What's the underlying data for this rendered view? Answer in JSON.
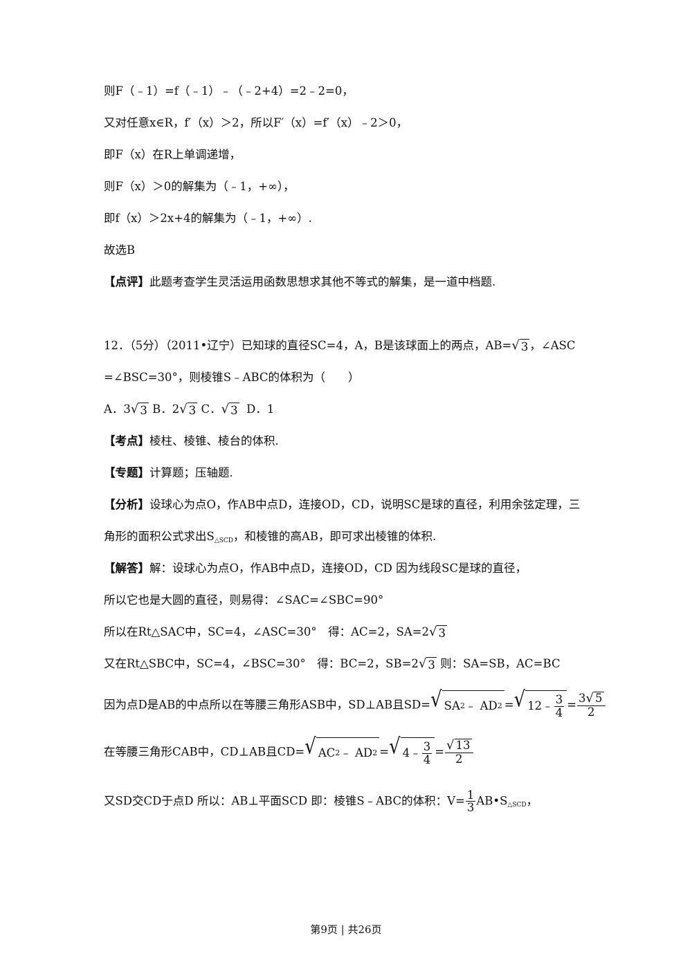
{
  "lines": {
    "l1": "则F（﹣1）=f（﹣1）﹣（﹣2+4）=2﹣2=0，",
    "l2": "又对任意x∈R，f′（x）＞2，所以F′（x）=f′（x）﹣2＞0，",
    "l3": "即F（x）在R上单调递增，",
    "l4": "则F（x）＞0的解集为（﹣1，+∞），",
    "l5": "即f（x）＞2x+4的解集为（﹣1，+∞）.",
    "l6": "故选B",
    "l7_tag": "【点评】",
    "l7_text": "此题考查学生灵活运用函数思想求其他不等式的解集，是一道中档题.",
    "q12_a": "12．（5分）（2011•辽宁）已知球的直径SC=4，A，B是该球面上的两点，AB=",
    "q12_b": "，∠ASC",
    "q12_c": "=∠BSC=30°，则棱锥S﹣ABC的体积为（　　）",
    "opt_a": "A．3",
    "opt_b": "B．2",
    "opt_c": "C．",
    "opt_d": "D．1",
    "kd_tag": "【考点】",
    "kd_text": "棱柱、棱锥、棱台的体积.",
    "zt_tag": "【专题】",
    "zt_text": "计算题；压轴题.",
    "fx_tag": "【分析】",
    "fx_text": "设球心为点O，作AB中点D，连接OD，CD，说明SC是球的直径，利用余弦定理，三",
    "fx_text2a": "角形的面积公式求出S",
    "fx_sub": "△SCD",
    "fx_text2b": "，和棱锥的高AB，即可求出棱锥的体积.",
    "jd_tag": "【解答】",
    "jd_text": "解：设球心为点O，作AB中点D，连接OD，CD 因为线段SC是球的直径，",
    "s1": "所以它也是大圆的直径，则易得：∠SAC=∠SBC=90°",
    "s2": "所以在Rt△SAC中，SC=4，∠ASC=30°　得：AC=2，SA=2",
    "s3a": "又在Rt△SBC中，SC=4，∠BSC=30°　得：BC=2，SB=2",
    "s3b": "则：SA=SB，AC=BC",
    "s4a": "因为点D是AB的中点所以在等腰三角形ASB中，SD⊥AB且SD=",
    "s4_sa": "SA",
    "s4_minus": " ﹣ AD",
    "s4_12": "12﹣",
    "s4_3": "3",
    "s4_4": "4",
    "s4_num": "3",
    "s4_den": "2",
    "s5a": "在等腰三角形CAB中，CD⊥AB且CD=",
    "s5_ac": "AC",
    "s5_minus": " ﹣ AD",
    "s5_4": "4﹣",
    "s5_3": "3",
    "s5_4b": "4",
    "s5_den": "2",
    "s6a": "又SD交CD于点D 所以：AB⊥平面SCD 即：棱锥S﹣ABC的体积：V=",
    "s6_one": "1",
    "s6_three": "3",
    "s6b": "AB•S",
    "s6_sub": "△SCD",
    "s6c": "，",
    "eq": "=",
    "sq2": "2",
    "r3": "3",
    "r5": "5",
    "r13": "13"
  },
  "footer": "第9页 | 共26页"
}
